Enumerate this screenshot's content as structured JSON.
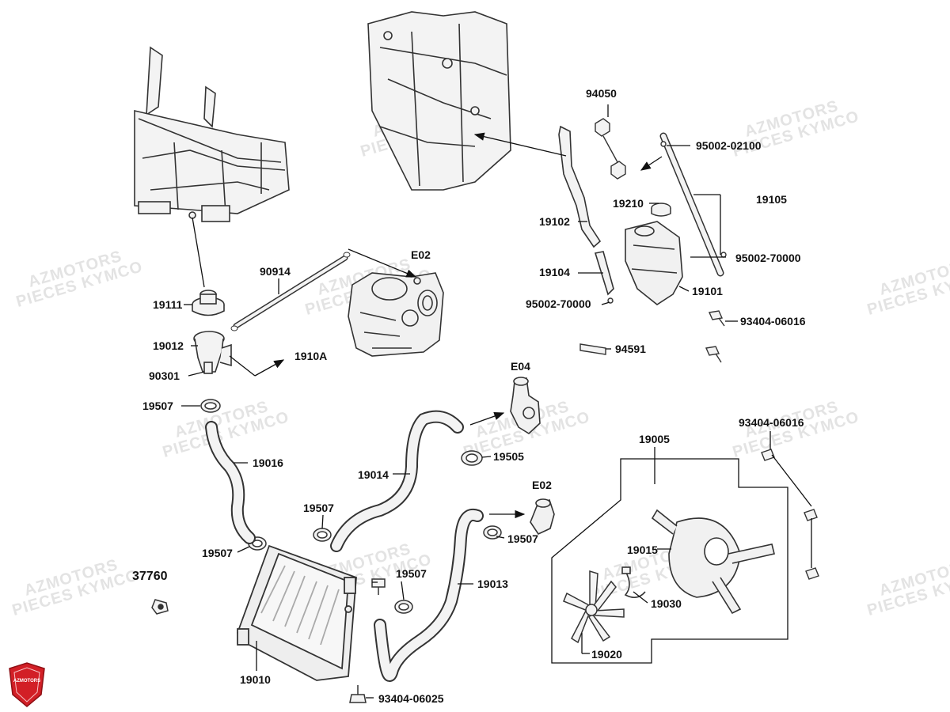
{
  "watermark": {
    "line1": "AZMOTORS",
    "line2": "PIECES KYMCO"
  },
  "logo": {
    "text": "AZMOTORS",
    "color": "#d21f26"
  },
  "colors": {
    "ink": "#111111",
    "part_stroke": "#333333",
    "part_fill": "#f2f2f2",
    "watermark": "#e3e3e3"
  },
  "parts": {
    "p94050": "94050",
    "p95002_02100": "95002-02100",
    "p19105": "19105",
    "p19210": "19210",
    "p19102": "19102",
    "p95002_70000_r": "95002-70000",
    "p19104": "19104",
    "p19101": "19101",
    "p95002_70000_l": "95002-70000",
    "p93404_06016_a": "93404-06016",
    "p94591": "94591",
    "p90914": "90914",
    "e02_top": "E02",
    "p19111": "19111",
    "p19012": "19012",
    "p1910a": "1910A",
    "p90301": "90301",
    "e04": "E04",
    "p19507_a": "19507",
    "p19016": "19016",
    "p19505": "19505",
    "p19014": "19014",
    "p93404_06016_b": "93404-06016",
    "p19005": "19005",
    "e02_mid": "E02",
    "p19507_b": "19507",
    "p19507_c": "19507",
    "p19507_d": "19507",
    "p19507_e": "19507",
    "p37760": "37760",
    "p19013": "19013",
    "p19015": "19015",
    "p19030": "19030",
    "p19020": "19020",
    "p19010": "19010",
    "p93404_06025": "93404-06025"
  }
}
